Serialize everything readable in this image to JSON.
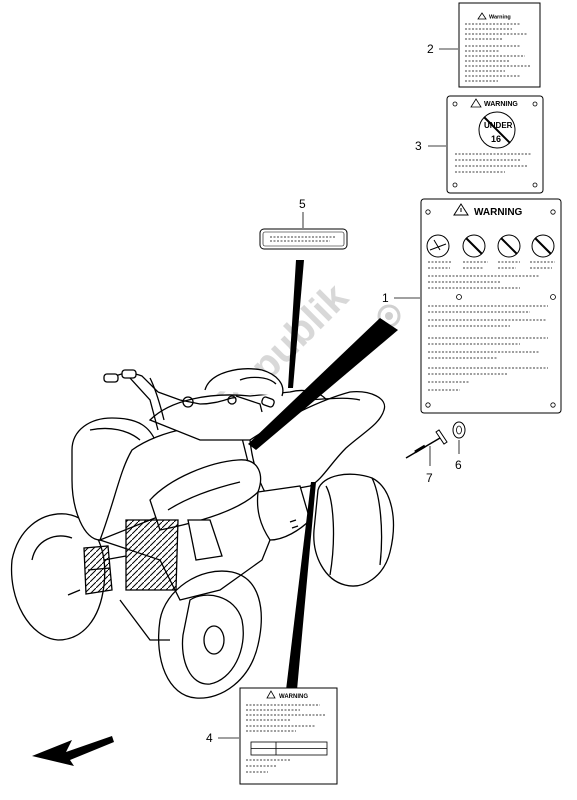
{
  "watermark": "PartsRepublik",
  "labels": {
    "warning_caps": "WARNING",
    "warning_title": "Warning",
    "age_sticker_word": "UNDER",
    "age_sticker_num": "16"
  },
  "callouts": [
    "1",
    "2",
    "3",
    "4",
    "5",
    "6",
    "7"
  ],
  "icons": [
    "rider-no-passenger-icon",
    "no-helmet-icon",
    "no-paved-road-icon",
    "no-alcohol-icon"
  ]
}
